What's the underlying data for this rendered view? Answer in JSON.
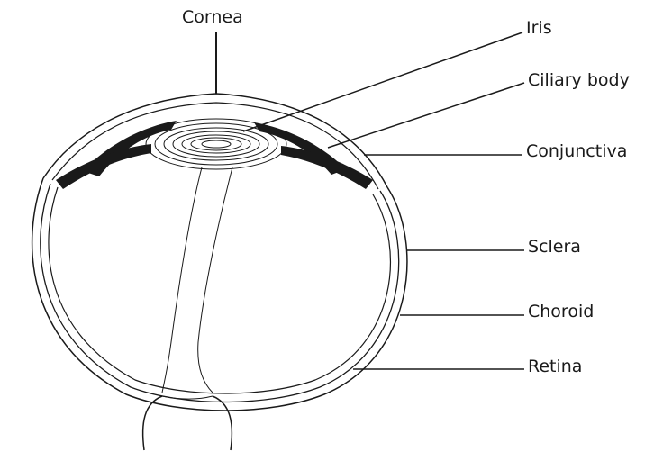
{
  "labels": {
    "cornea": "Cornea",
    "iris": "Iris",
    "ciliary_body": "Ciliary body",
    "conjunctiva": "Conjunctiva",
    "sclera": "Sclera",
    "choroid": "Choroid",
    "retina": "Retina"
  },
  "colors": {
    "line": "#1a1a1a",
    "background": "#ffffff"
  }
}
